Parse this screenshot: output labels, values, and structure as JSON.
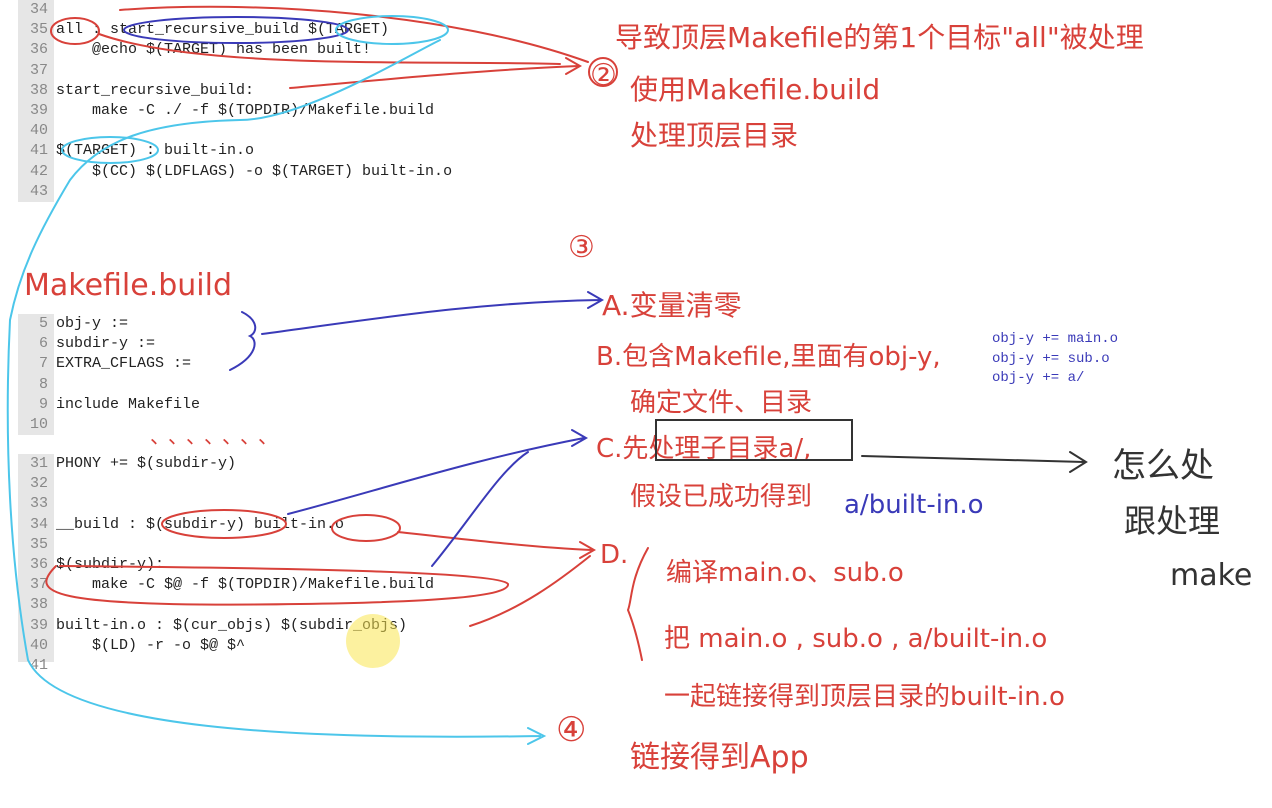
{
  "code_block_1": [
    {
      "n": "34",
      "t": ""
    },
    {
      "n": "35",
      "t": "all : start_recursive_build $(TARGET)"
    },
    {
      "n": "36",
      "t": "    @echo $(TARGET) has been built!"
    },
    {
      "n": "37",
      "t": ""
    },
    {
      "n": "38",
      "t": "start_recursive_build:"
    },
    {
      "n": "39",
      "t": "    make -C ./ -f $(TOPDIR)/Makefile.build"
    },
    {
      "n": "40",
      "t": ""
    },
    {
      "n": "41",
      "t": "$(TARGET) : built-in.o"
    },
    {
      "n": "42",
      "t": "    $(CC) $(LDFLAGS) -o $(TARGET) built-in.o"
    },
    {
      "n": "43",
      "t": ""
    }
  ],
  "code_block_2": [
    {
      "n": "5",
      "t": "obj-y :="
    },
    {
      "n": "6",
      "t": "subdir-y :="
    },
    {
      "n": "7",
      "t": "EXTRA_CFLAGS :="
    },
    {
      "n": "8",
      "t": ""
    },
    {
      "n": "9",
      "t": "include Makefile"
    },
    {
      "n": "10",
      "t": ""
    }
  ],
  "code_block_3": [
    {
      "n": "31",
      "t": "PHONY += $(subdir-y)"
    },
    {
      "n": "32",
      "t": ""
    },
    {
      "n": "33",
      "t": ""
    },
    {
      "n": "34",
      "t": "__build : $(subdir-y) built-in.o"
    },
    {
      "n": "35",
      "t": ""
    },
    {
      "n": "36",
      "t": "$(subdir-y):"
    },
    {
      "n": "37",
      "t": "    make -C $@ -f $(TOPDIR)/Makefile.build"
    },
    {
      "n": "38",
      "t": ""
    },
    {
      "n": "39",
      "t": "built-in.o : $(cur_objs) $(subdir_objs)"
    },
    {
      "n": "40",
      "t": "    $(LD) -r -o $@ $^"
    },
    {
      "n": "41",
      "t": ""
    }
  ],
  "objy_lines": [
    "obj-y += main.o",
    "obj-y += sub.o",
    "obj-y += a/"
  ],
  "notes": {
    "n1": "导致顶层Makefile的第1个目标\"all\"被处理",
    "n2_num": "②",
    "n2a": "使用Makefile.build",
    "n2b": "处理顶层目录",
    "n3_num": "③",
    "makefile_build": "Makefile.build",
    "A": "A.变量清零",
    "B": "B.包含Makefile,里面有obj-y,",
    "B2": "确定文件、目录",
    "C": "C.先处理子目录a/,",
    "C2": "假设已成功得到",
    "C2b": "a/built-in.o",
    "D": "D.",
    "D1": "编译main.o、sub.o",
    "D2": "把 main.o , sub.o , a/built-in.o",
    "D3": "一起链接得到顶层目录的built-in.o",
    "n4_num": "④",
    "n4": "链接得到App",
    "right1": "怎么处",
    "right2": "跟处理",
    "right3": "make",
    "dots": "、、、、、、、"
  },
  "colors": {
    "red": "#d8413a",
    "blue": "#3a3ab8",
    "cyan": "#4cc6ea",
    "gutter": "#e6e6e6"
  }
}
